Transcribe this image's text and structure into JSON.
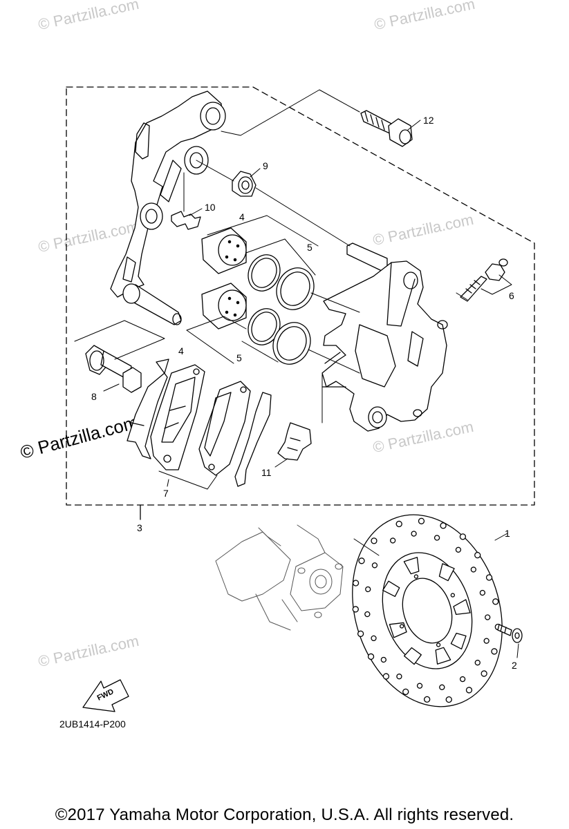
{
  "watermark": "© Partzilla.com",
  "watermark_main": "© Partzilla.com",
  "diagram_code": "2UB1414-P200",
  "fwd_label": "FWD",
  "copyright": "©2017  Yamaha Motor Corporation, U.S.A. All rights reserved.",
  "callouts": {
    "c1": "1",
    "c2": "2",
    "c3": "3",
    "c4a": "4",
    "c4b": "4",
    "c5a": "5",
    "c5b": "5",
    "c6": "6",
    "c7": "7",
    "c8": "8",
    "c9": "9",
    "c10": "10",
    "c11": "11",
    "c12": "12"
  }
}
